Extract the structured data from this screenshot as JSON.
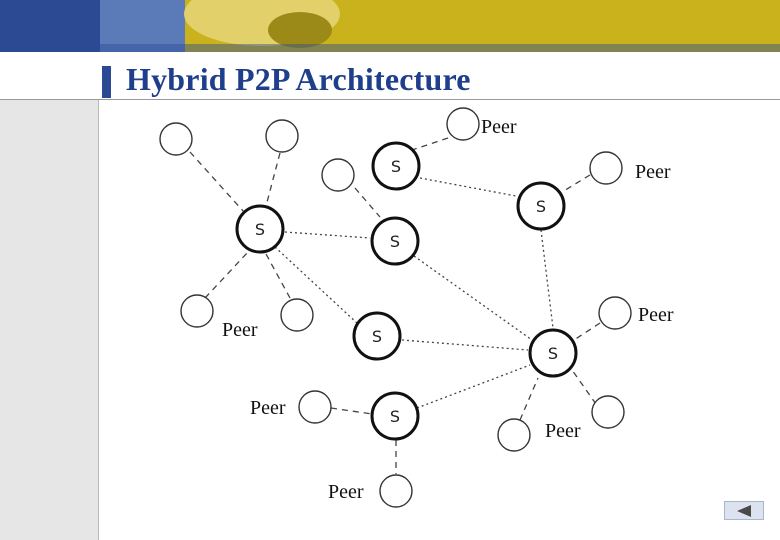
{
  "slide": {
    "title": "Hybrid P2P Architecture"
  },
  "colors": {
    "title": "#1f3e8c",
    "banner_blue": "#2c4a94",
    "banner_gold": "#c9b21c"
  },
  "diagram": {
    "server_label": "S",
    "peer_label": "Peer",
    "servers": [
      {
        "id": "s1",
        "label": "S"
      },
      {
        "id": "s2",
        "label": "S"
      },
      {
        "id": "s3",
        "label": "S"
      },
      {
        "id": "s4",
        "label": "S"
      },
      {
        "id": "s5",
        "label": "S"
      },
      {
        "id": "s6",
        "label": "S"
      },
      {
        "id": "s7",
        "label": "S"
      }
    ],
    "peer_labels": [
      "Peer",
      "Peer",
      "Peer",
      "Peer",
      "Peer",
      "Peer",
      "Peer"
    ]
  },
  "navigation": {
    "back_icon": "left-triangle-icon"
  }
}
